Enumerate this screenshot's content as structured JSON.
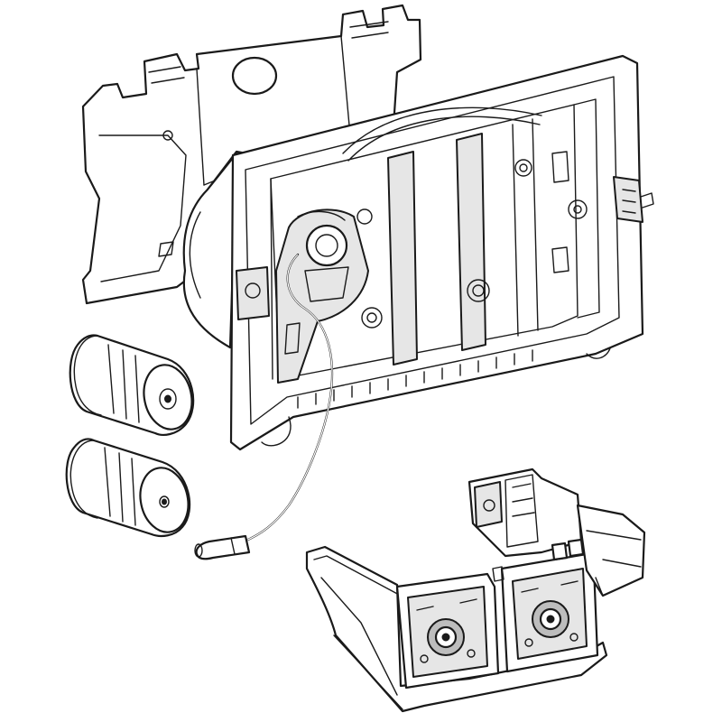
{
  "diagram": {
    "parts": [
      {
        "id": "back-plate",
        "icon": "mounting-plate"
      },
      {
        "id": "front-frame",
        "icon": "actuator-frame"
      },
      {
        "id": "battery-top",
        "icon": "battery-cell"
      },
      {
        "id": "battery-bottom",
        "icon": "battery-cell"
      },
      {
        "id": "sensor-cable",
        "icon": "cable"
      },
      {
        "id": "actuator-module",
        "icon": "dual-actuator"
      }
    ],
    "colors": {
      "line": "#1a1a1a",
      "face": "#ffffff",
      "shade": "#e6e6e6",
      "dark_shade": "#bdbdbd"
    }
  }
}
